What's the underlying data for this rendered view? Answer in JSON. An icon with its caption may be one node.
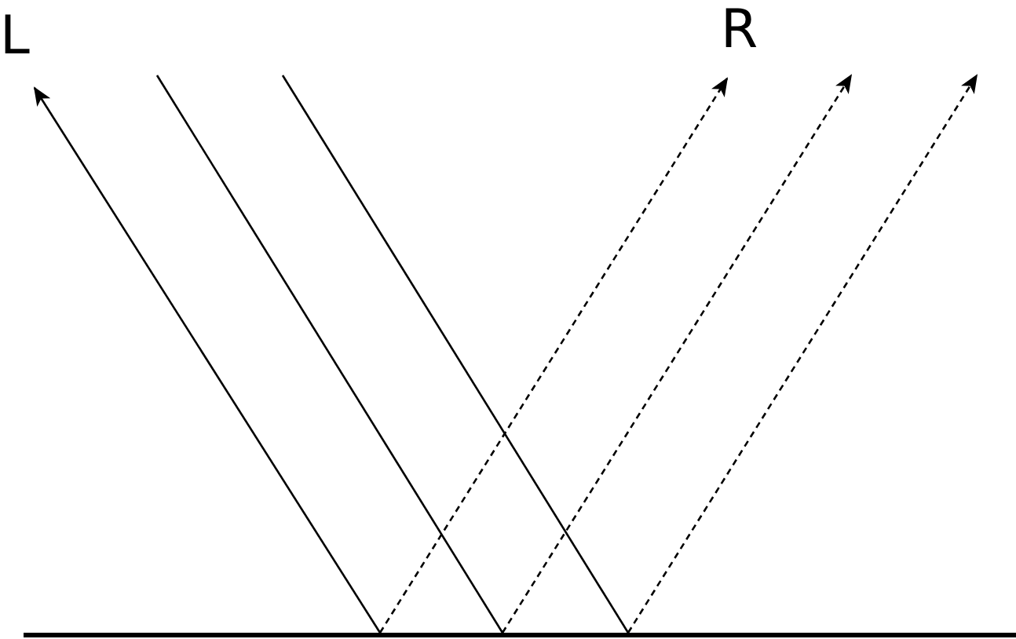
{
  "diagram": {
    "nodes": [
      {
        "text": [
          "L"
        ]
      },
      {
        "text": [
          "R"
        ]
      },
      {
        "text": [],
        "shape": "bar"
      }
    ],
    "edges": [
      {
        "from": 2,
        "to": 0,
        "arrow": "to"
      },
      {
        "from": null,
        "to": 2,
        "arrow": "none"
      },
      {
        "from": null,
        "to": 2,
        "arrow": "none"
      },
      {
        "from": 2,
        "to": 1,
        "arrow": "to",
        "style": "dashed"
      },
      {
        "from": 2,
        "to": null,
        "arrow": "to",
        "style": "dashed"
      },
      {
        "from": 2,
        "to": null,
        "arrow": "to",
        "style": "dashed"
      }
    ]
  }
}
